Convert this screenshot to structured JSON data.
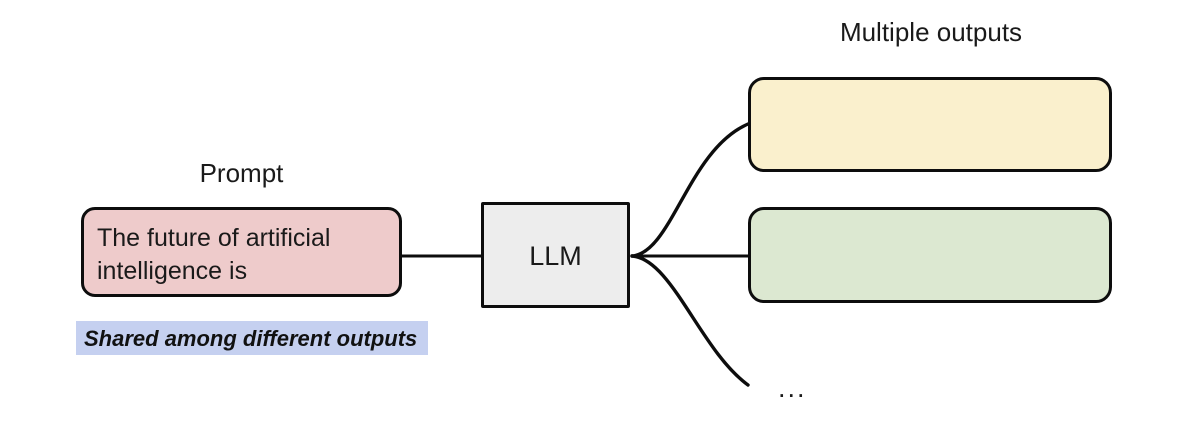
{
  "diagram": {
    "title_prompt": "Prompt",
    "title_outputs": "Multiple outputs",
    "prompt_box": {
      "text": "The future of artificial intelligence is",
      "fill": "#eecbcb",
      "stroke": "#0d0d0d"
    },
    "shared_note": {
      "text": "Shared among different outputs",
      "fill": "#c5d0f0"
    },
    "llm_box": {
      "label": "LLM",
      "fill": "#ededed",
      "stroke": "#0d0d0d"
    },
    "outputs": [
      {
        "label": "",
        "fill": "#faf0cd",
        "stroke": "#0d0d0d"
      },
      {
        "label": "",
        "fill": "#dce8d1",
        "stroke": "#0d0d0d"
      }
    ],
    "ellipsis": "...",
    "edge_color": "#0d0d0d"
  }
}
